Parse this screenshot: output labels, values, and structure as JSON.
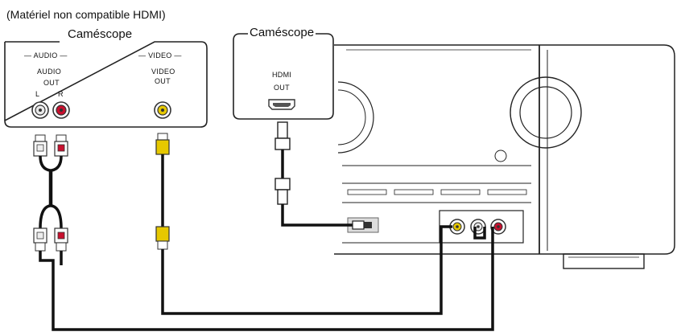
{
  "note": "(Matériel non compatible HDMI)",
  "camcorder_analog": {
    "title": "Caméscope",
    "audio_group": "— AUDIO —",
    "audio_out_line1": "AUDIO",
    "audio_out_line2": "OUT",
    "left": "L",
    "right": "R",
    "video_group": "— VIDEO —",
    "video_out_line1": "VIDEO",
    "video_out_line2": "OUT"
  },
  "camcorder_hdmi": {
    "title": "Caméscope",
    "hdmi_line1": "HDMI",
    "hdmi_line2": "OUT"
  },
  "colors": {
    "white_jack": "#e8e8e8",
    "red_jack": "#c8102e",
    "yellow_jack": "#e6c800",
    "cable": "#111111",
    "receiver_line": "#222222"
  }
}
